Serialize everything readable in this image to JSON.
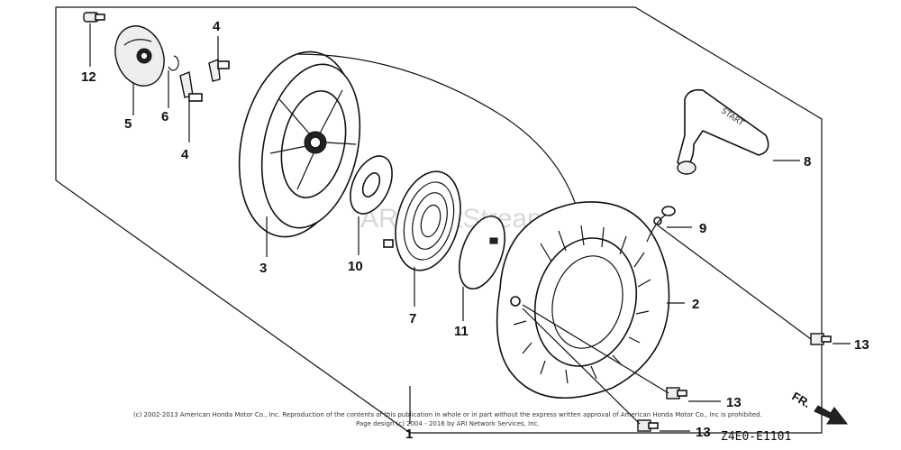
{
  "diagram": {
    "labels": {
      "p1": "1",
      "p2": "2",
      "p3": "3",
      "p4a": "4",
      "p4b": "4",
      "p5": "5",
      "p6": "6",
      "p7": "7",
      "p8": "8",
      "p9": "9",
      "p10": "10",
      "p11": "11",
      "p12": "12",
      "p13a": "13",
      "p13b": "13",
      "p13c": "13"
    },
    "handle_text": "START",
    "direction_label": "FR.",
    "diagram_code": "Z4E0-E1101",
    "watermark": "ARI PartStream™",
    "copyright_line1": "(c) 2002-2013 American Honda Motor Co., Inc. Reproduction of the contents of this publication in whole or in part without the express written approval of American Honda Motor Co., Inc is prohibited.",
    "copyright_line2": "Page design (c) 2004 - 2016 by ARI Network Services, Inc."
  }
}
